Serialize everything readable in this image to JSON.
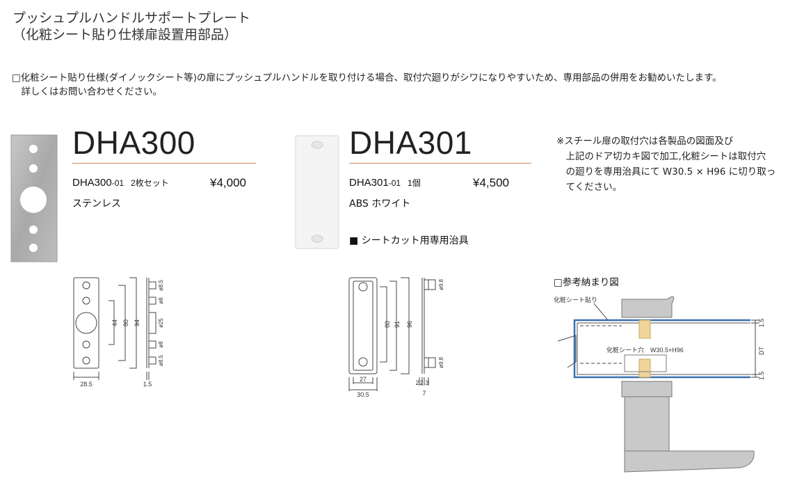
{
  "title": {
    "line1": "プッシュプルハンドルサポートプレート",
    "line2": "（化粧シート貼り仕様扉設置用部品）"
  },
  "intro": {
    "line1": "□化粧シート貼り仕様(ダイノックシート等)の扉にプッシュプルハンドルを取り付ける場合、取付穴廻りがシワになりやすいため、専用部品の併用をお勧めいたします。",
    "line2": "　詳しくはお問い合わせください。"
  },
  "products": [
    {
      "model": "DHA300",
      "code_main": "DHA300",
      "code_sub": "-01",
      "qty": "2枚セット",
      "price": "¥4,000",
      "material": "ステンレス"
    },
    {
      "model": "DHA301",
      "code_main": "DHA301",
      "code_sub": "-01",
      "qty": "1個",
      "price": "¥4,500",
      "material": "ABS ホワイト",
      "extra": "■ シートカット用専用治具"
    }
  ],
  "note": {
    "line1": "※スチール扉の取付穴は各製品の図面及び",
    "line2": "　上記のドア切カキ図で加工,化粧シートは取付穴",
    "line3": "　の廻りを専用治具にて W30.5 × H96 に切り取っ",
    "line4": "　てください。"
  },
  "reference": {
    "caption": "□参考納まり図",
    "sheet_label": "化粧シート貼り",
    "hole_label": "化粧シート穴　W30.5×H96",
    "dim_top": "1.5",
    "dim_mid": "DT",
    "dim_bottom": "1.5"
  },
  "drawing300": {
    "w": "28.5",
    "t": "1.5",
    "h1": "44",
    "h2": "80",
    "h3": "94",
    "d1": "ø8.5",
    "d2": "ø8",
    "d3": "ø25",
    "d4": "ø8",
    "d5": "ø8.5"
  },
  "drawing301": {
    "w1": "27",
    "w2": "30.5",
    "h1": "80",
    "h2": "91",
    "h3": "96",
    "d1": "ø9.8",
    "d2": "ø9.8",
    "s1": "2",
    "s2": "2",
    "s3": "3",
    "s4": "7"
  },
  "colors": {
    "accent_rule": "#c98a5a",
    "steel": "#b4b4b4",
    "abs_white": "#f4f4f4",
    "sheet_blue": "#3a6fb0",
    "fill_tan": "#f0d49a"
  }
}
